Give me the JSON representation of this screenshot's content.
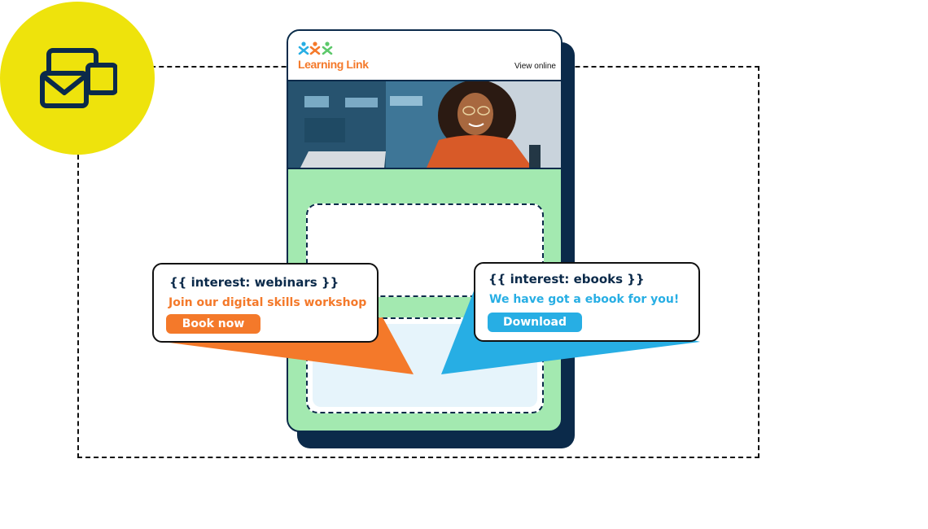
{
  "brand": {
    "name": "Learning Link",
    "accent_orange": "#f4792a",
    "accent_blue": "#27aee4",
    "navy": "#0b2a4a",
    "badge_yellow": "#eee30c",
    "panel_green": "#a3e9b0"
  },
  "badge": {
    "icon": "email-envelopes-icon"
  },
  "email": {
    "view_online": "View online",
    "hero_icon": "hero-photo"
  },
  "callouts": {
    "webinars": {
      "tag": "{{ interest: webinars }}",
      "message": "Join our digital skills workshop",
      "cta": "Book now"
    },
    "ebooks": {
      "tag": "{{ interest: ebooks }}",
      "message": "We have got a ebook for you!",
      "cta": "Download"
    }
  }
}
